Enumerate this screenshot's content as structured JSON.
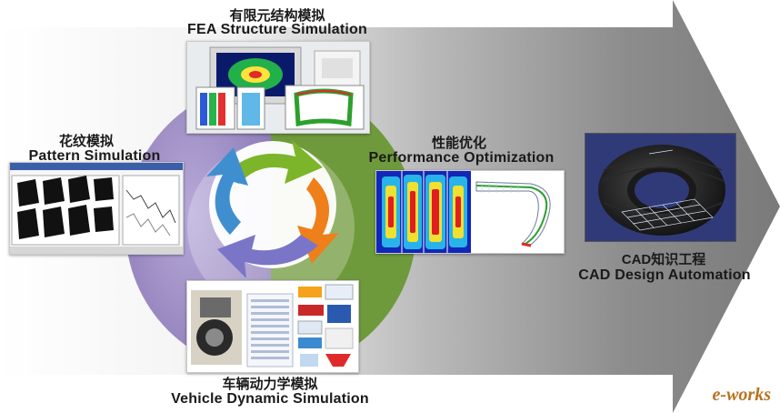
{
  "stages": {
    "fea": {
      "zh": "有限元结构模拟",
      "en": "FEA Structure Simulation"
    },
    "pattern": {
      "zh": "花纹模拟",
      "en": "Pattern Simulation"
    },
    "performance": {
      "zh": "性能优化",
      "en": "Performance Optimization"
    },
    "cad": {
      "zh": "CAD知识工程",
      "en": "CAD Design Automation"
    },
    "vehicle": {
      "zh": "车辆动力学模拟",
      "en": "Vehicle Dynamic Simulation"
    }
  },
  "logo": {
    "text": "e-works"
  },
  "colors": {
    "arrow_green": "#7cb52a",
    "arrow_orange": "#ef7f1a",
    "arrow_blue": "#3f8fd0",
    "arrow_purple": "#7b75c8",
    "disc_purple": "#9f8dc4",
    "disc_green": "#6f9a3c",
    "logo": "#b8721f"
  }
}
